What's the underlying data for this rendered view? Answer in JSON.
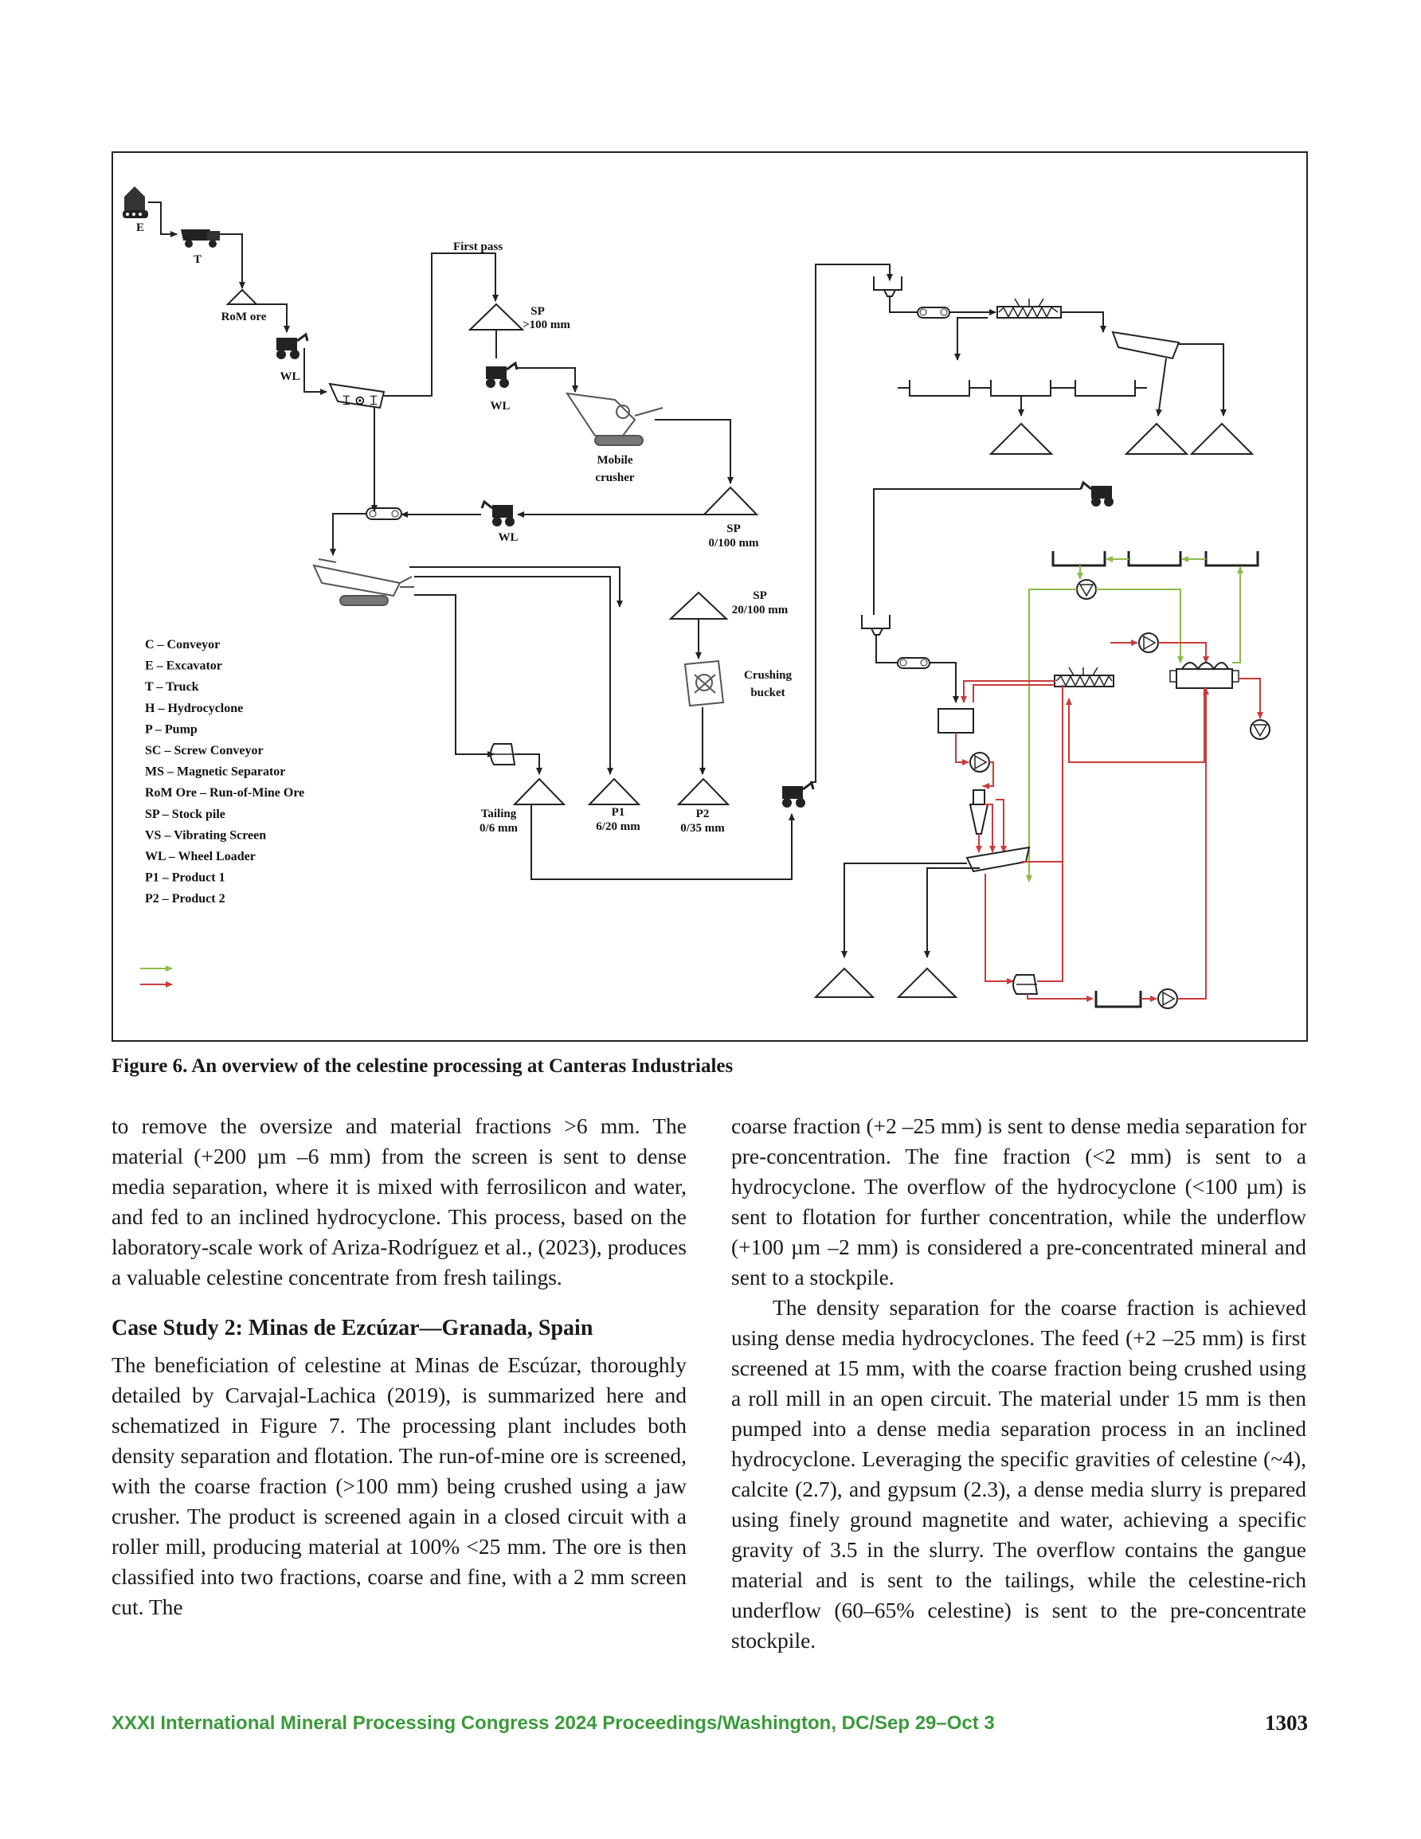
{
  "figure": {
    "labels": {
      "excavator": "E",
      "truck": "T",
      "rom_ore": "RoM ore",
      "wl1": "WL",
      "first_pass": "First pass",
      "sp_top": "SP",
      "sp_top_size": ">100 mm",
      "wl2": "WL",
      "mobile_crusher_1": "Mobile",
      "mobile_crusher_2": "crusher",
      "sp_mid": "SP",
      "sp_mid_size": "0/100 mm",
      "wl3": "WL",
      "sp_low": "SP",
      "sp_low_size": "20/100 mm",
      "crushing_bucket_1": "Crushing",
      "crushing_bucket_2": "bucket",
      "tailing_1": "Tailing",
      "tailing_2": "0/6 mm",
      "p1_1": "P1",
      "p1_2": "6/20 mm",
      "p2_1": "P2",
      "p2_2": "0/35 mm"
    },
    "legend": [
      "C – Conveyor",
      "E – Excavator",
      "T – Truck",
      "H – Hydrocyclone",
      "P – Pump",
      "SC – Screw Conveyor",
      "MS – Magnetic Separator",
      "RoM Ore – Run-of-Mine Ore",
      "SP – Stock pile",
      "VS – Vibrating Screen",
      "WL – Wheel Loader",
      "P1 – Product 1",
      "P2 – Product 2"
    ],
    "colors": {
      "line": "#222222",
      "green": "#8dbb4a",
      "red": "#cc3b3b"
    }
  },
  "caption": "Figure 6. An overview of the celestine processing at Canteras Industriales",
  "left_col": {
    "p1": "to remove the oversize and material fractions >6 mm. The material (+200 µm –6 mm) from the screen is sent to dense media separation, where it is mixed with ferrosilicon and water, and fed to an inclined hydrocyclone. This process, based on the laboratory-scale work of Ariza-Rodríguez et al., (2023), produces a valuable celestine concentrate from fresh tailings.",
    "heading": "Case Study 2: Minas de Ezcúzar—Granada, Spain",
    "p2": "The beneficiation of celestine at Minas de Escúzar, thoroughly detailed by Carvajal-Lachica (2019), is summarized here and schematized in Figure 7. The processing plant includes both density separation and flotation. The run-of-mine ore is screened, with the coarse fraction (>100 mm) being crushed using a jaw crusher. The product is screened again in a closed circuit with a roller mill, producing material at 100% <25 mm. The ore is then classified into two fractions, coarse and fine, with a 2 mm screen cut. The"
  },
  "right_col": {
    "p1": "coarse fraction (+2 –25 mm) is sent to dense media separation for pre-concentration. The fine fraction (<2 mm) is sent to a hydrocyclone. The overflow of the hydrocyclone (<100 µm) is sent to flotation for further concentration, while the underflow (+100 µm –2 mm) is considered a pre-concentrated mineral and sent to a stockpile.",
    "p2": "The density separation for the coarse fraction is achieved using dense media hydrocyclones. The feed (+2 –25 mm) is first screened at 15 mm, with the coarse fraction being crushed using a roll mill in an open circuit. The material under 15 mm is then pumped into a dense media separation process in an inclined hydrocyclone. Leveraging the specific gravities of celestine (~4), calcite (2.7), and gypsum (2.3), a dense media slurry is prepared using finely ground magnetite and water, achieving a specific gravity of 3.5 in the slurry. The overflow contains the gangue material and is sent to the tailings, while the celestine-rich underflow (60–65% celestine) is sent to the pre-concentrate stockpile."
  },
  "footer": {
    "conference": "XXXI International Mineral Processing Congress 2024 Proceedings/Washington, DC/Sep 29–Oct 3",
    "page": "1303"
  }
}
